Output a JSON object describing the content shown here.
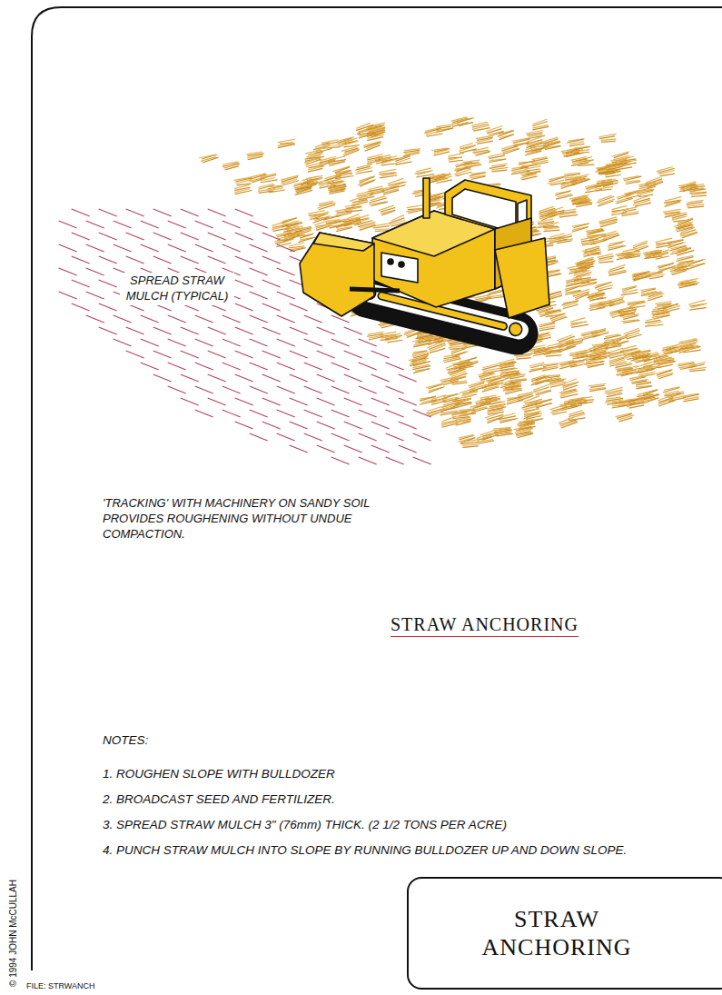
{
  "diagram": {
    "title": "STRAW ANCHORING",
    "nodes": [
      {
        "text": [
          "STRAW ANCHORING"
        ]
      }
    ],
    "labels": [
      "SPREAD STRAW MULCH (TYPICAL)",
      "'TRACKING' WITH MACHINERY ON SANDY SOIL PROVIDES ROUGHENING WITHOUT UNDUE COMPACTION.",
      "NOTES:",
      "1. ROUGHEN SLOPE WITH BULLDOZER",
      "2. BROADCAST SEED AND FERTILIZER.",
      "3. SPREAD STRAW MULCH 3\" (76mm) THICK.  (2 1/2 TONS PER ACRE)",
      "4. PUNCH STRAW MULCH INTO SLOPE BY RUNNING BULLDOZER UP AND DOWN SLOPE.",
      "© 1994 JOHN McCULLAH",
      "FILE: STRWANCH"
    ]
  }
}
